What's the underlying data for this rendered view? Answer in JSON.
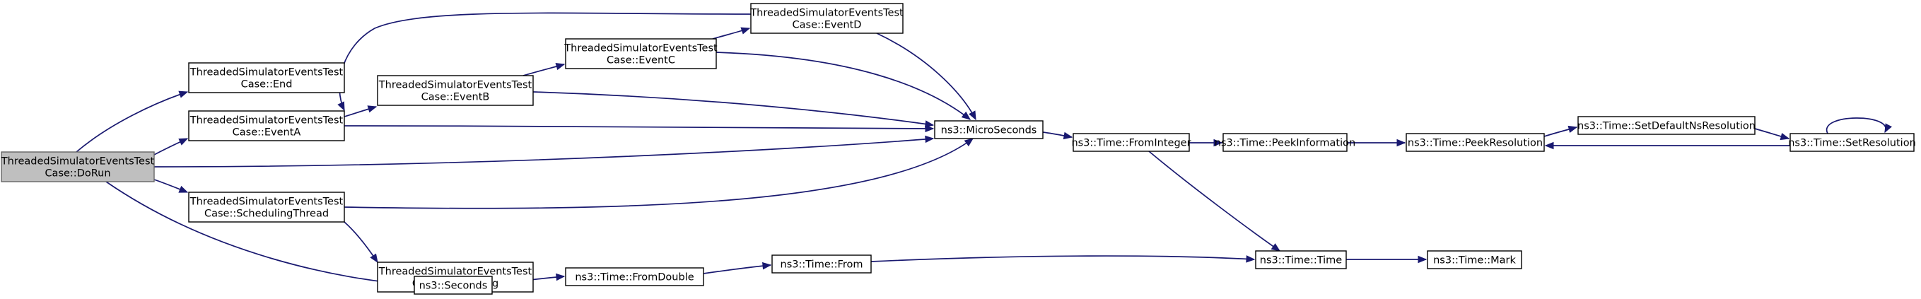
{
  "colors": {
    "edge": "#191970",
    "node_border": "#000000",
    "node_fill": "#ffffff",
    "root_fill": "#bfbfbf",
    "root_border": "#666666"
  },
  "nodes": [
    {
      "id": "dorun",
      "lines": [
        "ThreadedSimulatorEventsTest",
        "Case::DoRun"
      ],
      "root": true
    },
    {
      "id": "end",
      "lines": [
        "ThreadedSimulatorEventsTest",
        "Case::End"
      ]
    },
    {
      "id": "eventA",
      "lines": [
        "ThreadedSimulatorEventsTest",
        "Case::EventA"
      ]
    },
    {
      "id": "eventB",
      "lines": [
        "ThreadedSimulatorEventsTest",
        "Case::EventB"
      ]
    },
    {
      "id": "eventC",
      "lines": [
        "ThreadedSimulatorEventsTest",
        "Case::EventC"
      ]
    },
    {
      "id": "eventD",
      "lines": [
        "ThreadedSimulatorEventsTest",
        "Case::EventD"
      ]
    },
    {
      "id": "schedthread",
      "lines": [
        "ThreadedSimulatorEventsTest",
        "Case::SchedulingThread"
      ]
    },
    {
      "id": "donothing",
      "lines": [
        "ThreadedSimulatorEventsTest",
        "Case::DoNothing"
      ]
    },
    {
      "id": "micro",
      "lines": [
        "ns3::MicroSeconds"
      ]
    },
    {
      "id": "seconds",
      "lines": [
        "ns3::Seconds"
      ]
    },
    {
      "id": "fromdouble",
      "lines": [
        "ns3::Time::FromDouble"
      ]
    },
    {
      "id": "from",
      "lines": [
        "ns3::Time::From"
      ]
    },
    {
      "id": "frominteger",
      "lines": [
        "ns3::Time::FromInteger"
      ]
    },
    {
      "id": "peekinfo",
      "lines": [
        "ns3::Time::PeekInformation"
      ]
    },
    {
      "id": "peekres",
      "lines": [
        "ns3::Time::PeekResolution"
      ]
    },
    {
      "id": "setdefault",
      "lines": [
        "ns3::Time::SetDefaultNsResolution"
      ]
    },
    {
      "id": "setres",
      "lines": [
        "ns3::Time::SetResolution"
      ]
    },
    {
      "id": "time",
      "lines": [
        "ns3::Time::Time"
      ]
    },
    {
      "id": "mark",
      "lines": [
        "ns3::Time::Mark"
      ]
    }
  ],
  "edges": [
    {
      "from": "dorun",
      "to": "end"
    },
    {
      "from": "dorun",
      "to": "eventA"
    },
    {
      "from": "dorun",
      "to": "micro"
    },
    {
      "from": "dorun",
      "to": "schedthread"
    },
    {
      "from": "dorun",
      "to": "seconds"
    },
    {
      "from": "eventA",
      "to": "eventB"
    },
    {
      "from": "eventA",
      "to": "micro"
    },
    {
      "from": "eventB",
      "to": "eventC"
    },
    {
      "from": "eventB",
      "to": "micro"
    },
    {
      "from": "eventC",
      "to": "eventD"
    },
    {
      "from": "eventC",
      "to": "micro"
    },
    {
      "from": "eventD",
      "to": "eventA"
    },
    {
      "from": "eventD",
      "to": "micro"
    },
    {
      "from": "schedthread",
      "to": "micro"
    },
    {
      "from": "schedthread",
      "to": "donothing"
    },
    {
      "from": "micro",
      "to": "frominteger"
    },
    {
      "from": "frominteger",
      "to": "peekinfo"
    },
    {
      "from": "frominteger",
      "to": "time"
    },
    {
      "from": "peekinfo",
      "to": "peekres"
    },
    {
      "from": "peekres",
      "to": "setdefault"
    },
    {
      "from": "setdefault",
      "to": "setres"
    },
    {
      "from": "setres",
      "to": "peekres"
    },
    {
      "from": "setres",
      "to": "setres"
    },
    {
      "from": "seconds",
      "to": "fromdouble"
    },
    {
      "from": "fromdouble",
      "to": "from"
    },
    {
      "from": "from",
      "to": "time"
    },
    {
      "from": "time",
      "to": "mark"
    }
  ]
}
